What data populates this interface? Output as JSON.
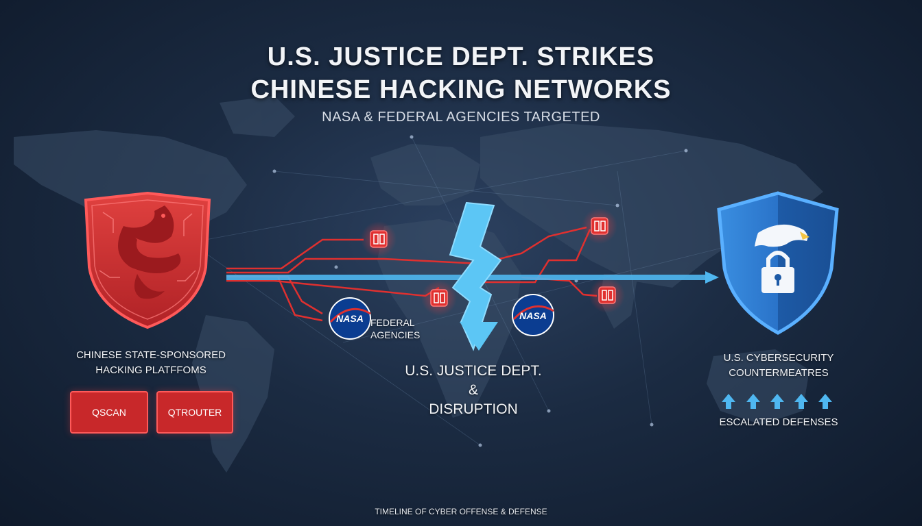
{
  "header": {
    "title_line1": "U.S. JUSTICE DEPT. STRIKES",
    "title_line2": "CHINESE HACKING NETWORKS",
    "subtitle": "NASA & FEDERAL AGENCIES TARGETED"
  },
  "left_panel": {
    "label_line1": "CHINESE STATE-SPONSORED",
    "label_line2": "HACKING PLATFFOMS",
    "platforms": [
      {
        "label": "QSCAN"
      },
      {
        "label": "QTROUTER"
      }
    ]
  },
  "center": {
    "nasa_logo_text": "NASA",
    "federal_line1": "FEDERAL",
    "federal_line2": "AGENCIES",
    "justice_line1": "U.S. JUSTICE DEPT.",
    "justice_line2": "&",
    "justice_line3": "DISRUPTION"
  },
  "right_panel": {
    "label_line1": "U.S. CYBERSECURITY",
    "label_line2": "COUNTERMEATRES",
    "escalated_label": "ESCALATED DEFENSES"
  },
  "footer": {
    "timeline_label": "TIMELINE OF CYBER OFFENSE & DEFENSE"
  },
  "colors": {
    "threat_red": "#e0302f",
    "defense_blue": "#2f7fd3",
    "beam_blue": "#4fb7f0",
    "background": "#1b2b42"
  },
  "icons": {
    "left_shield": "dragon-shield-icon",
    "right_shield": "eagle-lock-shield-icon",
    "nodes": "red-node-icon",
    "bolt": "lightning-bolt-icon",
    "arrows": "up-arrow-icon"
  }
}
